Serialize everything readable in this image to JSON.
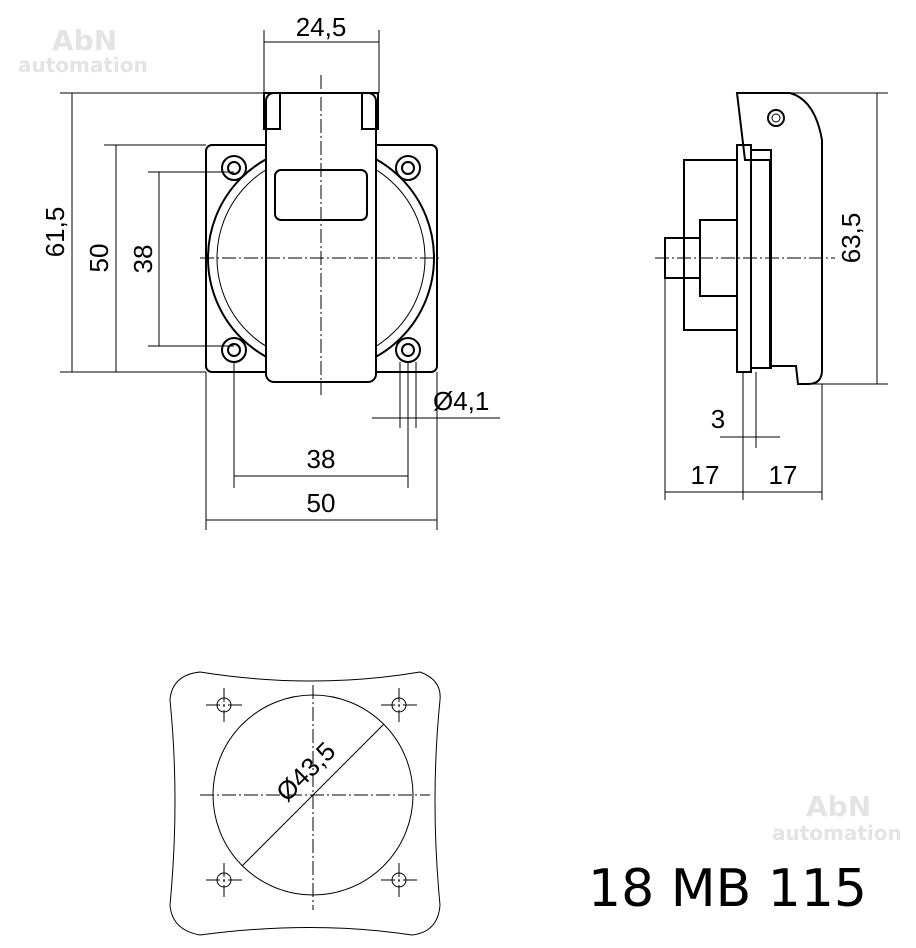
{
  "watermark": {
    "brand": "AbN",
    "sub": "automation"
  },
  "front_view": {
    "dim_lid_width": "24,5",
    "dim_total_height": "61,5",
    "dim_flange_height": "50",
    "dim_hole_spacing_v": "38",
    "dim_hole_spacing_h": "38",
    "dim_flange_width": "50",
    "dim_hole_diameter": "Ø4,1"
  },
  "side_view": {
    "dim_height": "63,5",
    "dim_flange_thickness": "3",
    "dim_depth_rear": "17",
    "dim_depth_front": "17"
  },
  "cutout_view": {
    "dim_cutout_diameter": "Ø43,5"
  },
  "model_number": "18 MB 115"
}
